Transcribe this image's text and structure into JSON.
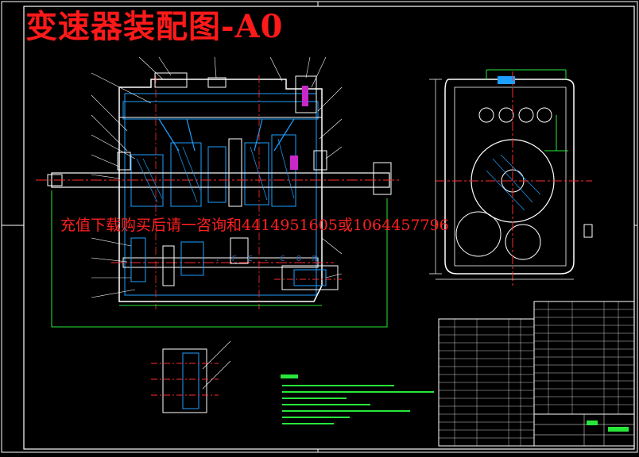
{
  "drawing": {
    "title": "变速器装配图-A0",
    "watermark": "充值下载购买后请一咨询和4414951605或1064457796",
    "site_mark": ". r c . c o m"
  },
  "colors": {
    "background": "#000000",
    "frame": "#ffffff",
    "outline": "#ffffff",
    "section": "#1e9fff",
    "centerline": "#ff2b2b",
    "dimension": "#27e83a",
    "title_text": "#ff1a1a",
    "part_text": "#e6e6e6"
  }
}
